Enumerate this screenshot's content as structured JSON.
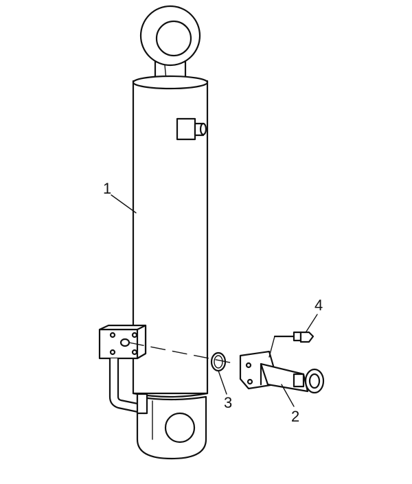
{
  "drawing": {
    "callouts": [
      {
        "id": "1"
      },
      {
        "id": "2"
      },
      {
        "id": "3"
      },
      {
        "id": "4"
      }
    ],
    "stroke_color": "#111111",
    "background_color": "#ffffff"
  }
}
